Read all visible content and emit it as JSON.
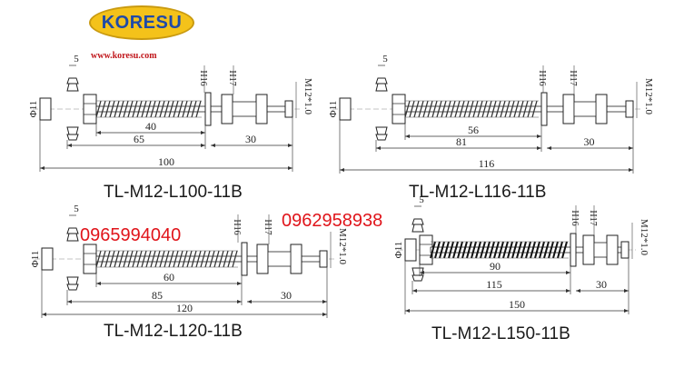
{
  "brand": {
    "logo_text": "KORESU",
    "website": "www.koresu.com"
  },
  "phones": [
    "0965994040",
    "0962958938"
  ],
  "drawings": [
    {
      "model": "TL-M12-L100-11B",
      "thread": "M12*1.0",
      "dia": "Φ11",
      "nipple": "5",
      "h1": "H16",
      "h2": "H17",
      "dims": [
        "40",
        "65",
        "30",
        "100"
      ]
    },
    {
      "model": "TL-M12-L116-11B",
      "thread": "M12*1.0",
      "dia": "Φ11",
      "nipple": "5",
      "h1": "H16",
      "h2": "H17",
      "dims": [
        "56",
        "81",
        "30",
        "116"
      ]
    },
    {
      "model": "TL-M12-L120-11B",
      "thread": "M12*1.0",
      "dia": "Φ11",
      "nipple": "5",
      "h1": "H16",
      "h2": "H17",
      "dims": [
        "60",
        "85",
        "30",
        "120"
      ]
    },
    {
      "model": "TL-M12-L150-11B",
      "thread": "M12*1.0",
      "dia": "Φ11",
      "nipple": "5",
      "h1": "H16",
      "h2": "H17",
      "dims": [
        "90",
        "115",
        "30",
        "150"
      ]
    }
  ]
}
